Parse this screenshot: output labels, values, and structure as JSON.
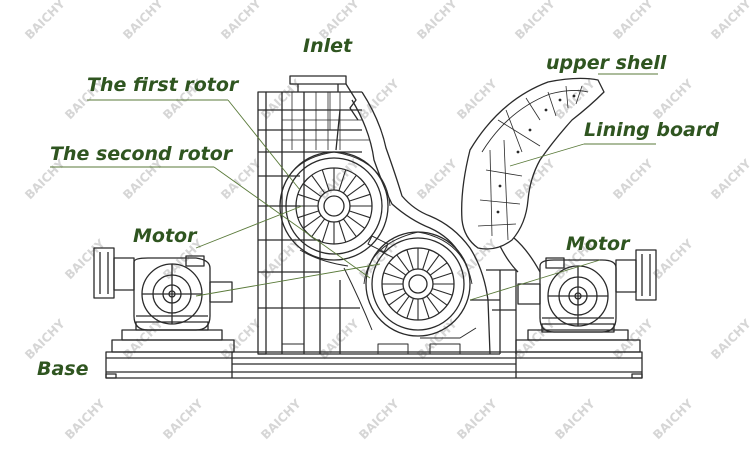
{
  "labels": {
    "inlet": "Inlet",
    "first_rotor": "The first rotor",
    "second_rotor": "The second rotor",
    "motor_left": "Motor",
    "motor_right": "Motor",
    "upper_shell": "upper shell",
    "lining_board": "Lining board",
    "base": "Base"
  },
  "watermark_text": "BAICHY",
  "colors": {
    "label": "#2f5520",
    "leader": "#5a7a3a",
    "drawing": "#2a2a2a",
    "watermark": "#d6d6d6"
  }
}
